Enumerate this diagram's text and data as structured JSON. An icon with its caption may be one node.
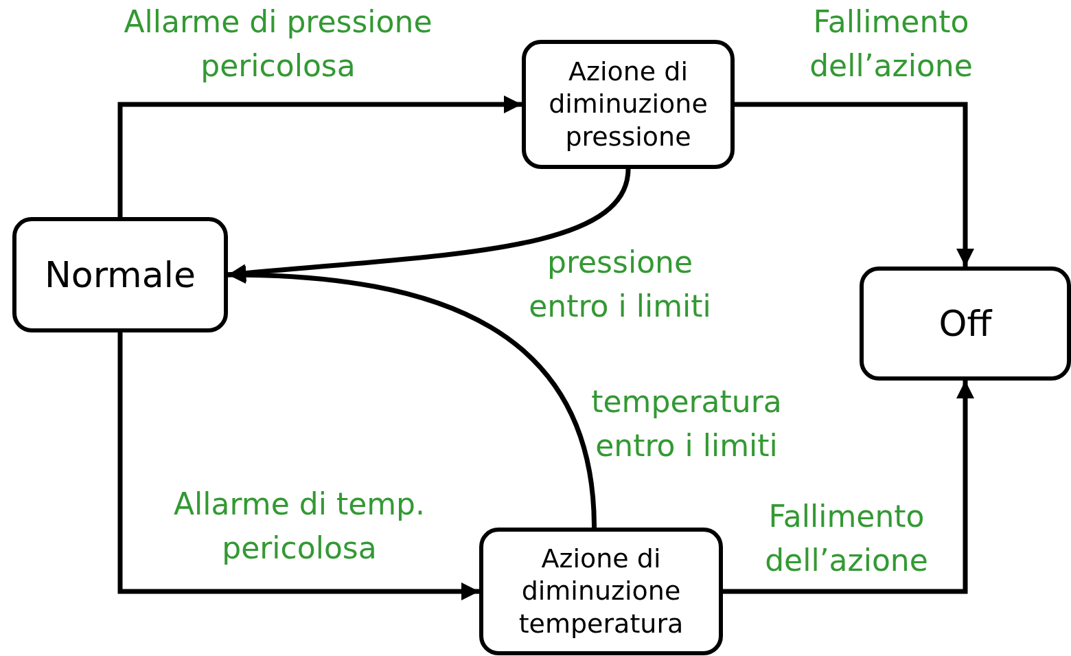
{
  "diagram": {
    "nodes": [
      {
        "text": [
          "Normale"
        ]
      },
      {
        "text": [
          "Azione di diminuzione pressione"
        ]
      },
      {
        "text": [
          "Off"
        ]
      },
      {
        "text": [
          "Azione di diminuzione temperatura"
        ]
      }
    ],
    "edges": [
      {
        "from": 0,
        "to": 1,
        "arrow": "to",
        "label": "Allarme di pressione pericolosa"
      },
      {
        "from": 0,
        "to": 3,
        "arrow": "to",
        "label": "Allarme di temp. pericolosa"
      },
      {
        "from": 1,
        "to": 2,
        "arrow": "to",
        "label": "Fallimento dell’azione"
      },
      {
        "from": 3,
        "to": 2,
        "arrow": "to",
        "label": "Fallimento dell’azione"
      },
      {
        "from": 1,
        "to": 0,
        "arrow": "to",
        "label": "pressione entro i limiti"
      },
      {
        "from": 3,
        "to": 0,
        "arrow": "to",
        "label": "temperatura entro i limiti"
      }
    ]
  }
}
